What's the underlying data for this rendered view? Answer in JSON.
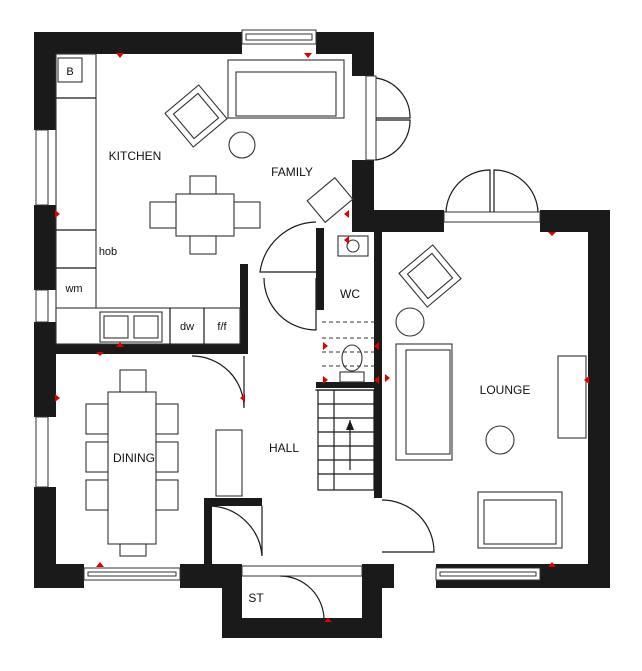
{
  "rooms": {
    "kitchen": "KITCHEN",
    "family": "FAMILY",
    "wc": "WC",
    "lounge": "LOUNGE",
    "dining": "DINING",
    "hall": "HALL",
    "store": "ST"
  },
  "fixtures": {
    "boiler": "B",
    "hob": "hob",
    "washing_machine": "wm",
    "dishwasher": "dw",
    "fridge_freezer": "f/f"
  },
  "colors": {
    "wall": "#1a1a1a",
    "marker": "#e00000",
    "background": "#ffffff"
  }
}
